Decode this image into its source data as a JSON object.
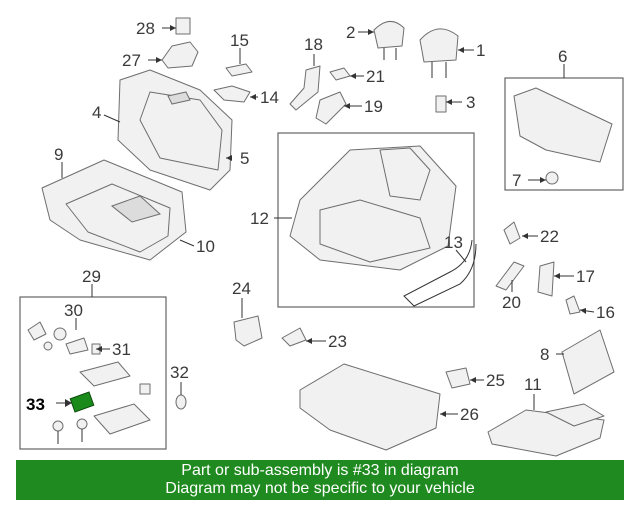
{
  "callouts": [
    "1",
    "2",
    "3",
    "4",
    "5",
    "6",
    "7",
    "8",
    "9",
    "10",
    "11",
    "12",
    "13",
    "14",
    "15",
    "16",
    "17",
    "18",
    "19",
    "20",
    "21",
    "22",
    "23",
    "24",
    "25",
    "26",
    "27",
    "28",
    "29",
    "30",
    "31",
    "32",
    "33"
  ],
  "highlighted_part": "33",
  "banner": {
    "line1": "Part or sub-assembly is #33 in diagram",
    "line2": "Diagram may not be specific to your vehicle",
    "color": "#1f8a1f"
  },
  "colors": {
    "highlight_part": "#1a8a1a",
    "part_fill": "#f1f1f1",
    "outline": "#6e6e6e"
  }
}
